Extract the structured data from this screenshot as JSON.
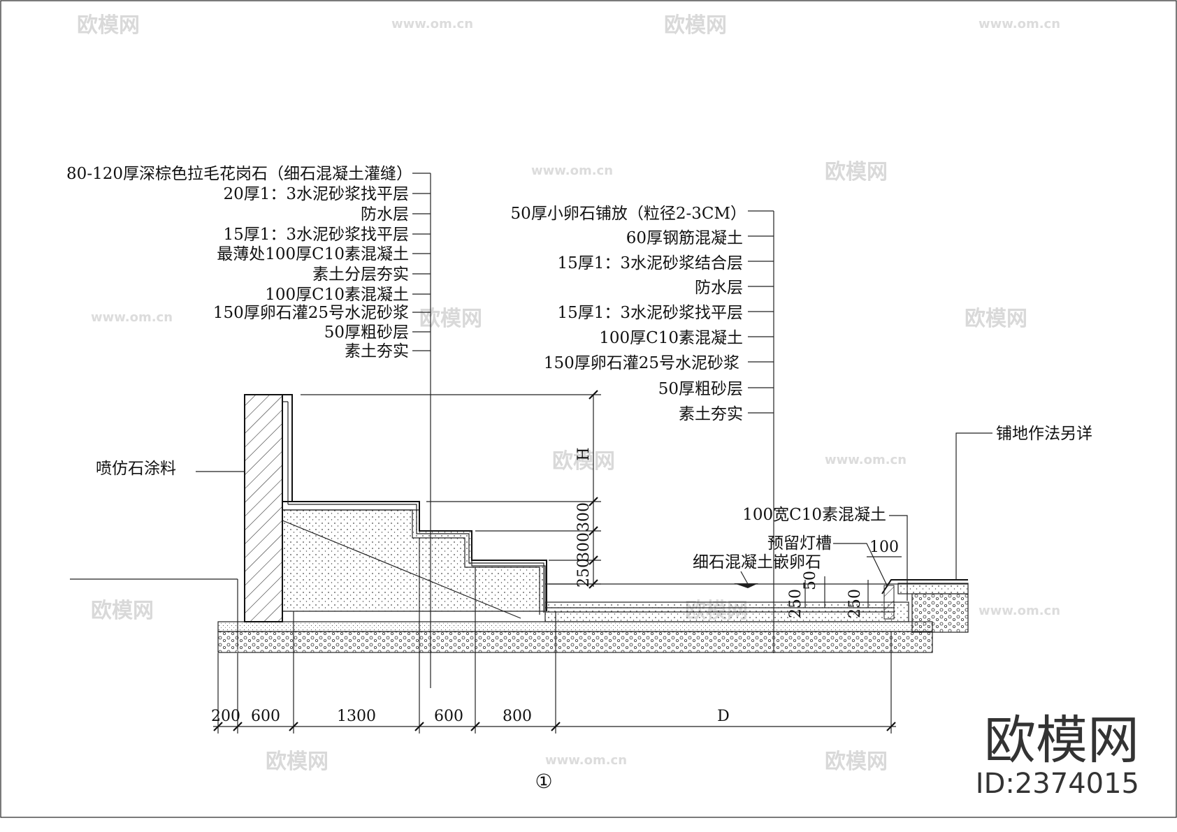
{
  "colors": {
    "ink": "#111111",
    "watermark": "#d9d9d9",
    "hatch": "#333333",
    "background": "#ffffff"
  },
  "left_callouts": [
    "80-120厚深棕色拉毛花岗石（细石混凝土灌缝）",
    "20厚1：3水泥砂浆找平层",
    "防水层",
    "15厚1：3水泥砂浆找平层",
    "最薄处100厚C10素混凝土",
    "素土分层夯实",
    "100厚C10素混凝土",
    "150厚卵石灌25号水泥砂浆",
    "50厚粗砂层",
    "素土夯实"
  ],
  "right_callouts": [
    "50厚小卵石铺放（粒径2-3CM）",
    "60厚钢筋混凝土",
    "15厚1：3水泥砂浆结合层",
    "防水层",
    "15厚1：3水泥砂浆找平层",
    "100厚C10素混凝土",
    "150厚卵石灌25号水泥砂浆",
    "50厚粗砂层",
    "素土夯实"
  ],
  "other_labels": {
    "wall_coating": "喷仿石涂料",
    "paving_note": "铺地作法另详",
    "edge_concrete": "100宽C10素混凝土",
    "light_slot": "预留灯槽",
    "pebble_inlay": "细石混凝土嵌卵石",
    "edge_width": "100",
    "slot_depth_a": "50",
    "slot_depth_b": "250",
    "basin_depth": "250"
  },
  "vertical_dims": [
    "H",
    "300",
    "300",
    "250"
  ],
  "bottom_dims": [
    "200",
    "600",
    "1300",
    "600",
    "800",
    "D"
  ],
  "detail_number": "①",
  "watermarks": {
    "logo_text": "欧模网",
    "url": "www.om.cn"
  },
  "brand": {
    "name": "欧模网",
    "id": "ID:2374015"
  }
}
